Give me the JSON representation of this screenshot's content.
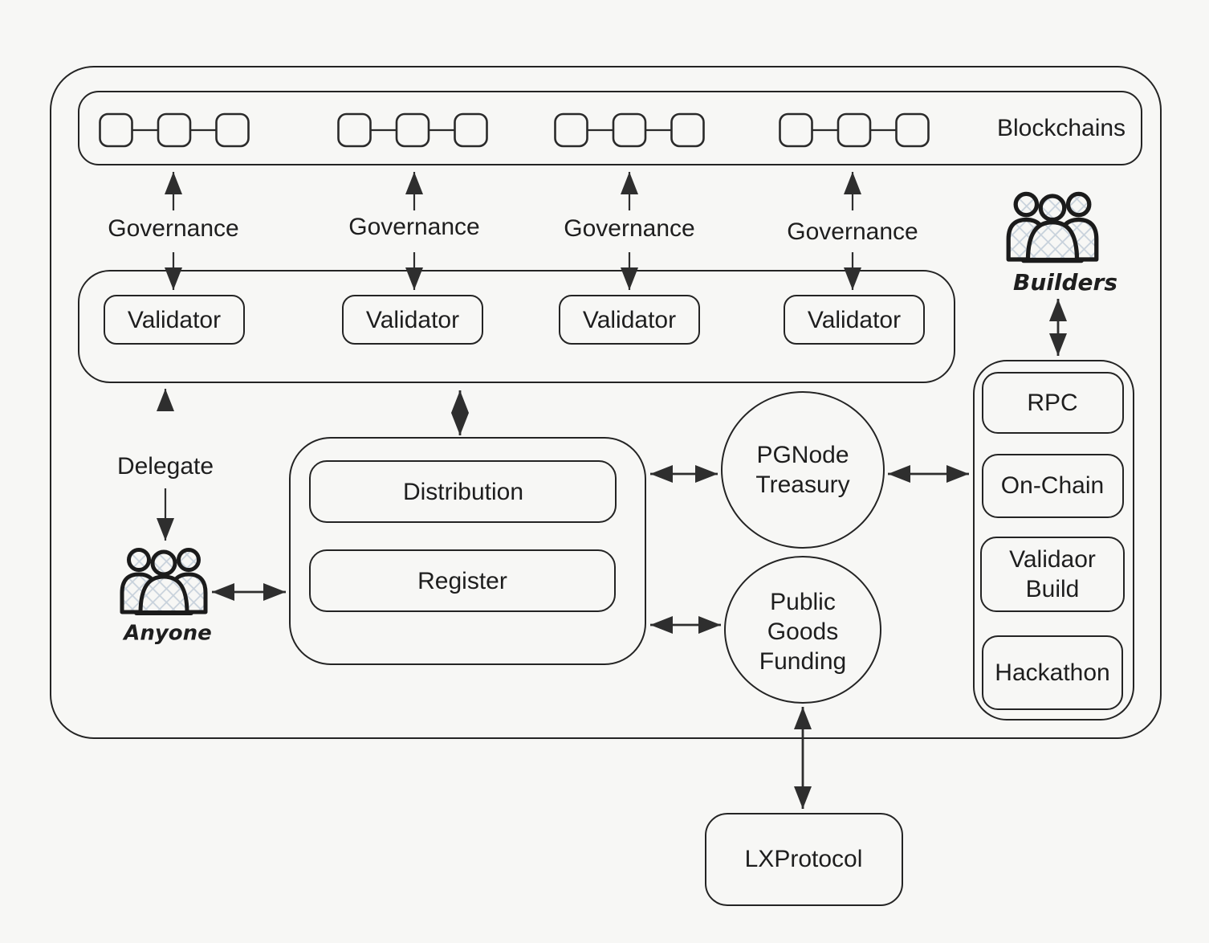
{
  "diagram_title": "Blockchain governance and public goods funding diagram",
  "colors": {
    "background": "#f7f7f5",
    "stroke": "#242424",
    "arrow": "#2e2e2e",
    "hatch_fill": "#c7d1db",
    "text": "#1e1e1e"
  },
  "blockchains": {
    "label": "Blockchains",
    "chain_count": 4
  },
  "governance": {
    "labels": [
      "Governance",
      "Governance",
      "Governance",
      "Governance"
    ]
  },
  "validators": {
    "boxes": [
      "Validator",
      "Validator",
      "Validator",
      "Validator"
    ]
  },
  "builders": {
    "label": "Builders"
  },
  "delegate": {
    "label": "Delegate"
  },
  "anyone": {
    "label": "Anyone"
  },
  "protocol_box": {
    "distribution": "Distribution",
    "register": "Register"
  },
  "pgnode": {
    "line1": "PGNode",
    "line2": "Treasury"
  },
  "pgf": {
    "line1": "Public",
    "line2": "Goods",
    "line3": "Funding"
  },
  "services": {
    "rpc": "RPC",
    "on_chain": "On-Chain",
    "validaor_build_line1": "Validaor",
    "validaor_build_line2": "Build",
    "hackathon": "Hackathon"
  },
  "lxprotocol": {
    "label": "LXProtocol"
  }
}
